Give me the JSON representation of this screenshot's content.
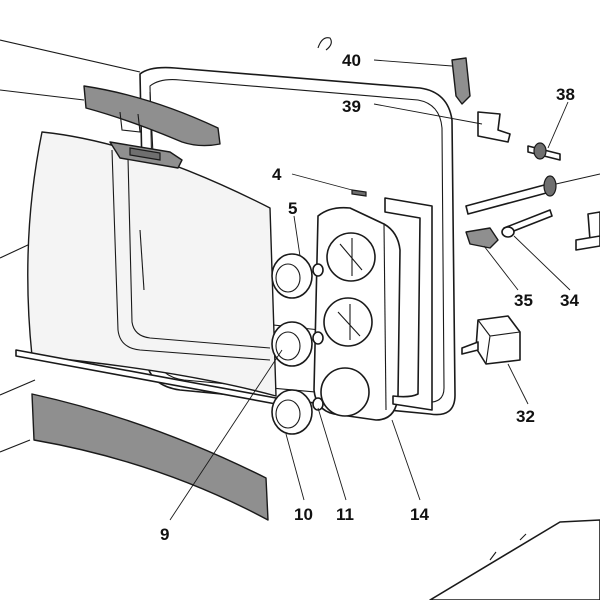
{
  "labels": {
    "p40": "40",
    "p39": "39",
    "p38": "38",
    "p4": "4",
    "p5": "5",
    "p35": "35",
    "p34": "34",
    "p32": "32",
    "p9": "9",
    "p10": "10",
    "p11": "11",
    "p14": "14"
  },
  "colors": {
    "line": "#1a1a1a",
    "handle_grey": "#8f8f8f",
    "background": "#ffffff"
  }
}
